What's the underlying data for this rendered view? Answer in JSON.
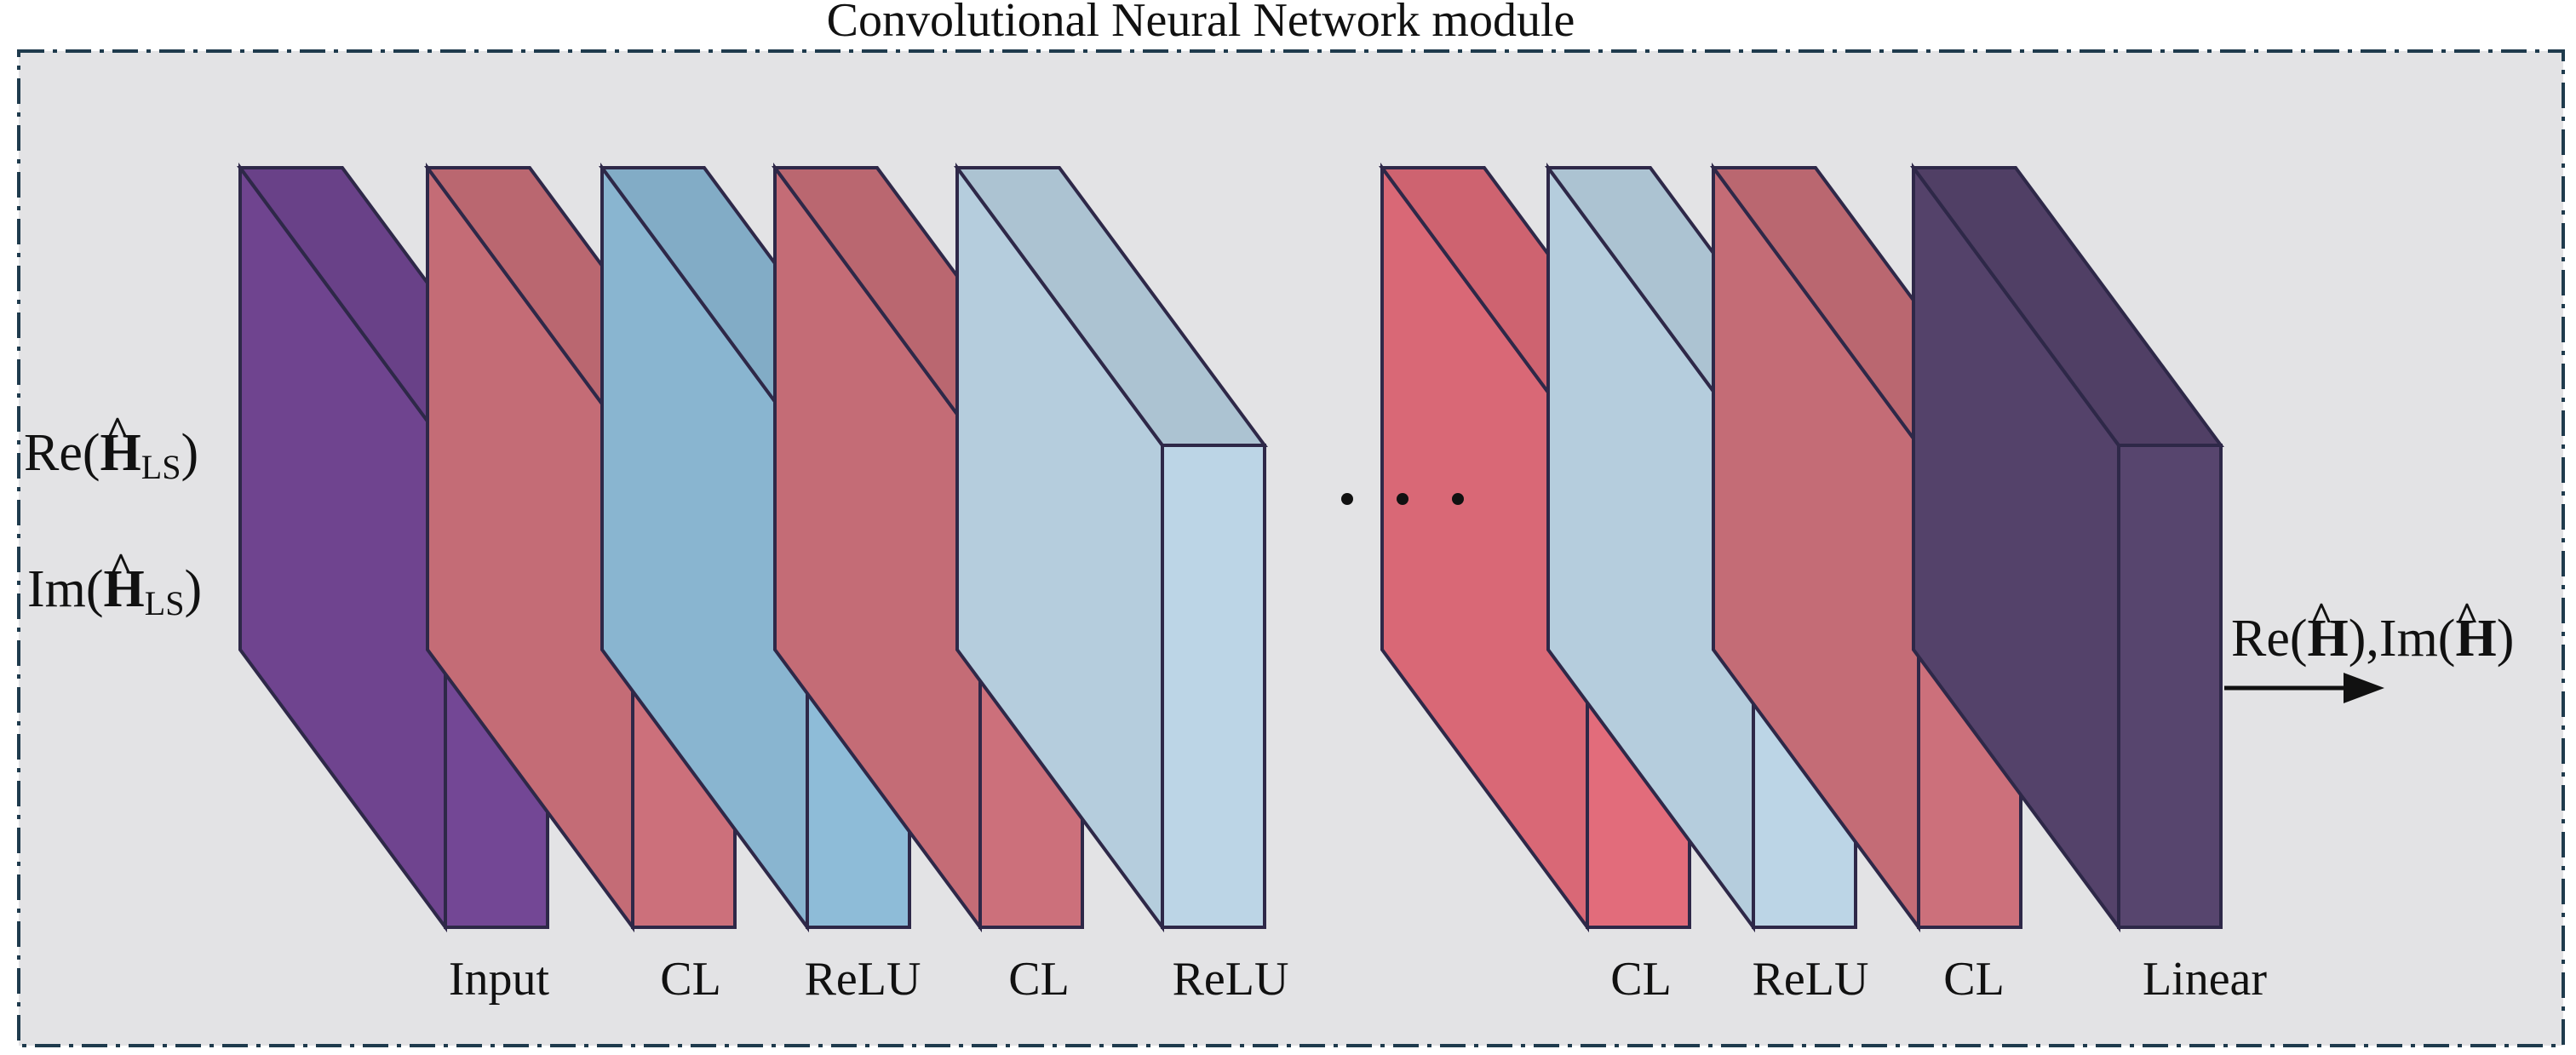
{
  "title": "Convolutional Neural Network module",
  "input_labels": {
    "re": {
      "prefix": "Re(",
      "symbol": "H",
      "hat": "^",
      "subscript": "LS",
      "suffix": ")"
    },
    "im": {
      "prefix": "Im(",
      "symbol": "H",
      "hat": "^",
      "subscript": "LS",
      "suffix": ")"
    }
  },
  "output_label": {
    "re_prefix": "Re(",
    "symbol": "H",
    "hat": "^",
    "re_suffix": "),",
    "im_prefix": "Im(",
    "im_suffix": ")"
  },
  "ellipsis": "...",
  "layers": [
    {
      "id": "input",
      "label": "Input",
      "color": "#6f448f"
    },
    {
      "id": "cl-1",
      "label": "CL",
      "color": "#c46c76"
    },
    {
      "id": "relu-1",
      "label": "ReLU",
      "color": "#89b5d0"
    },
    {
      "id": "cl-2",
      "label": "CL",
      "color": "#c46c76"
    },
    {
      "id": "relu-2",
      "label": "ReLU",
      "color": "#b5cddd"
    },
    {
      "id": "cl-3",
      "label": "CL",
      "color": "#d96876"
    },
    {
      "id": "relu-3",
      "label": "ReLU",
      "color": "#b5cddd"
    },
    {
      "id": "cl-4",
      "label": "CL",
      "color": "#c46c76"
    },
    {
      "id": "linear",
      "label": "Linear",
      "color": "#54426a"
    }
  ],
  "colors": {
    "module_background": "#e3e3e5",
    "module_border": "#1f3b4d",
    "block_stroke": "#2e2848"
  }
}
